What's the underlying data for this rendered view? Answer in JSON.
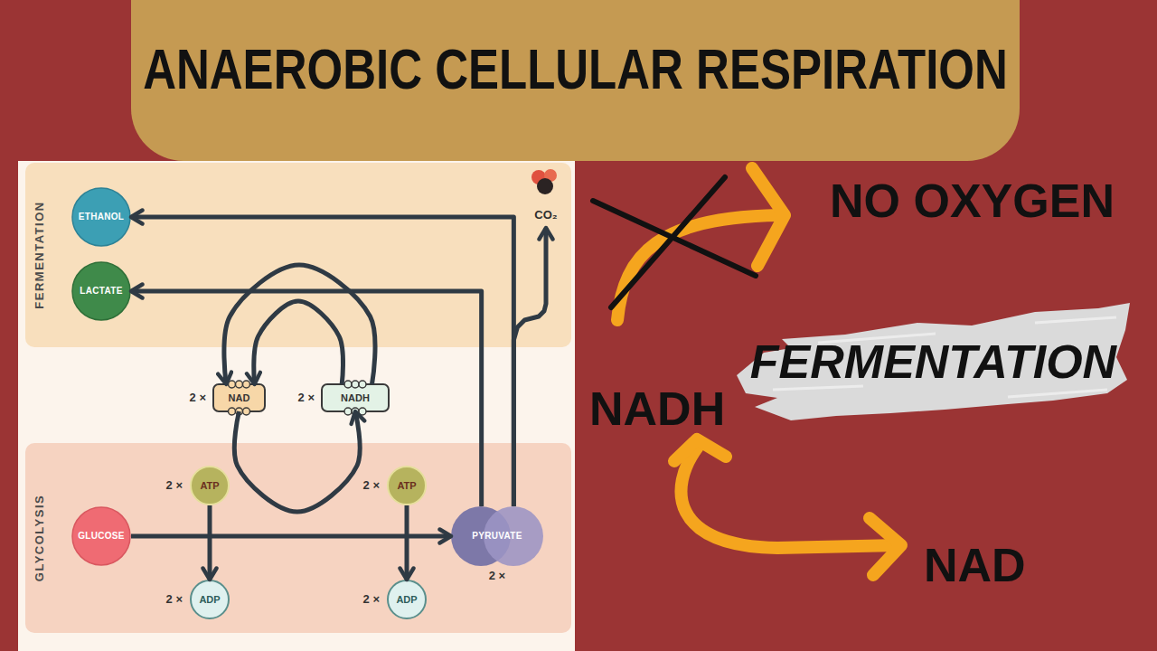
{
  "diagram": {
    "title": "ANAEROBIC CELLULAR RESPIRATION",
    "nodes": [
      {
        "text": [
          "FERMENTATION"
        ]
      },
      {
        "text": [
          "ETHANOL"
        ],
        "in": 0
      },
      {
        "text": [
          "LACTATE"
        ],
        "in": 0
      },
      {
        "text": [
          "CO₂"
        ],
        "in": 0
      },
      {
        "text": [
          "2 ×",
          "NAD"
        ]
      },
      {
        "text": [
          "2 ×",
          "NADH"
        ]
      },
      {
        "text": [
          "GLYCOLYSIS"
        ]
      },
      {
        "text": [
          "2 ×",
          "ATP"
        ],
        "in": 6
      },
      {
        "text": [
          "2 ×",
          "ATP"
        ],
        "in": 6
      },
      {
        "text": [
          "GLUCOSE"
        ],
        "in": 6
      },
      {
        "text": [
          "PYRUVATE",
          "2 ×"
        ],
        "in": 6
      },
      {
        "text": [
          "2 ×",
          "ADP"
        ],
        "in": 6
      },
      {
        "text": [
          "2 ×",
          "ADP"
        ],
        "in": 6
      },
      {
        "text": [
          "FERMENTATION"
        ]
      }
    ],
    "edges": [
      {
        "from": 10,
        "to": 1,
        "arrow": "to"
      },
      {
        "from": 10,
        "to": 2,
        "arrow": "to"
      },
      {
        "from": 10,
        "to": 3,
        "arrow": "to"
      },
      {
        "from": 9,
        "to": 10,
        "arrow": "to"
      },
      {
        "from": 7,
        "to": 11,
        "arrow": "to"
      },
      {
        "from": 8,
        "to": 12,
        "arrow": "to"
      },
      {
        "from": 4,
        "to": 5,
        "arrow": "to"
      },
      {
        "from": 5,
        "to": 4,
        "arrow": "to"
      },
      {
        "from": 5,
        "to": 4,
        "arrow": "to"
      }
    ],
    "labels": [
      "NO OXYGEN",
      "NADH",
      "NAD"
    ]
  }
}
